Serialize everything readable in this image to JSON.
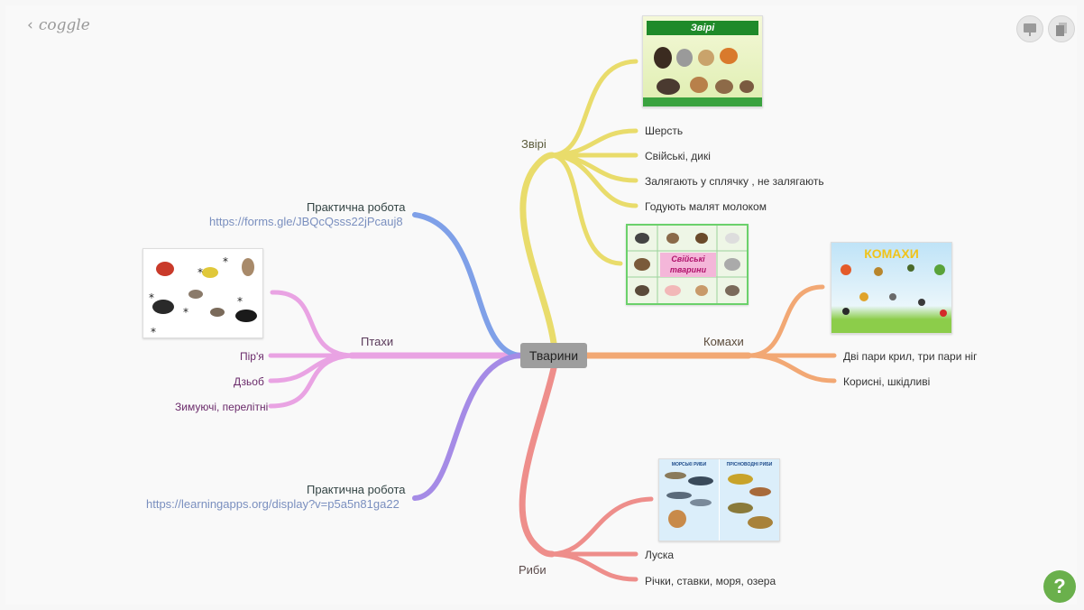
{
  "app": {
    "logo": "coggle",
    "back": "‹"
  },
  "toolbar": {
    "present_icon": "presentation-icon",
    "copy_icon": "copy-icon",
    "help_label": "?"
  },
  "center": {
    "label": "Тварини"
  },
  "branches": {
    "zviri": {
      "label": "Звірі",
      "color": "#e9dc6b",
      "items": [
        "Шерсть",
        "Свійські, дикі",
        "Залягають у сплячку , не залягають",
        "Годують малят молоком"
      ],
      "image1_title": "Звірі",
      "image2_title": "Свійські тварини"
    },
    "komakhy": {
      "label": "Комахи",
      "color": "#f2a874",
      "items": [
        "Дві пари крил, три пари ніг",
        "Корисні, шкідливі"
      ],
      "image_title": "КОМАХИ"
    },
    "ryby": {
      "label": "Риби",
      "color": "#ee8e8b",
      "items": [
        "Луска",
        "Річки, ставки, моря, озера"
      ],
      "image_left_title": "МОРСЬКІ РИБИ",
      "image_right_title": "ПРІСНОВОДНІ РИБИ"
    },
    "ptakhy": {
      "label": "Птахи",
      "color": "#e9a3e3",
      "items": [
        "Пір'я",
        "Дзьоб",
        "Зимуючі, перелітні"
      ]
    },
    "practical1": {
      "title": "Практична робота",
      "link": "https://forms.gle/JBQcQsss22jPcauj8",
      "color": "#7fa0e8"
    },
    "practical2": {
      "title": "Практична робота",
      "link": "https://learningapps.org/display?v=p5a5n81ga22",
      "color": "#a58be6"
    }
  },
  "colors": {
    "center_bg": "#9e9e9e",
    "help_bg": "#6ab04c",
    "link_text": "#7a8fbf"
  }
}
